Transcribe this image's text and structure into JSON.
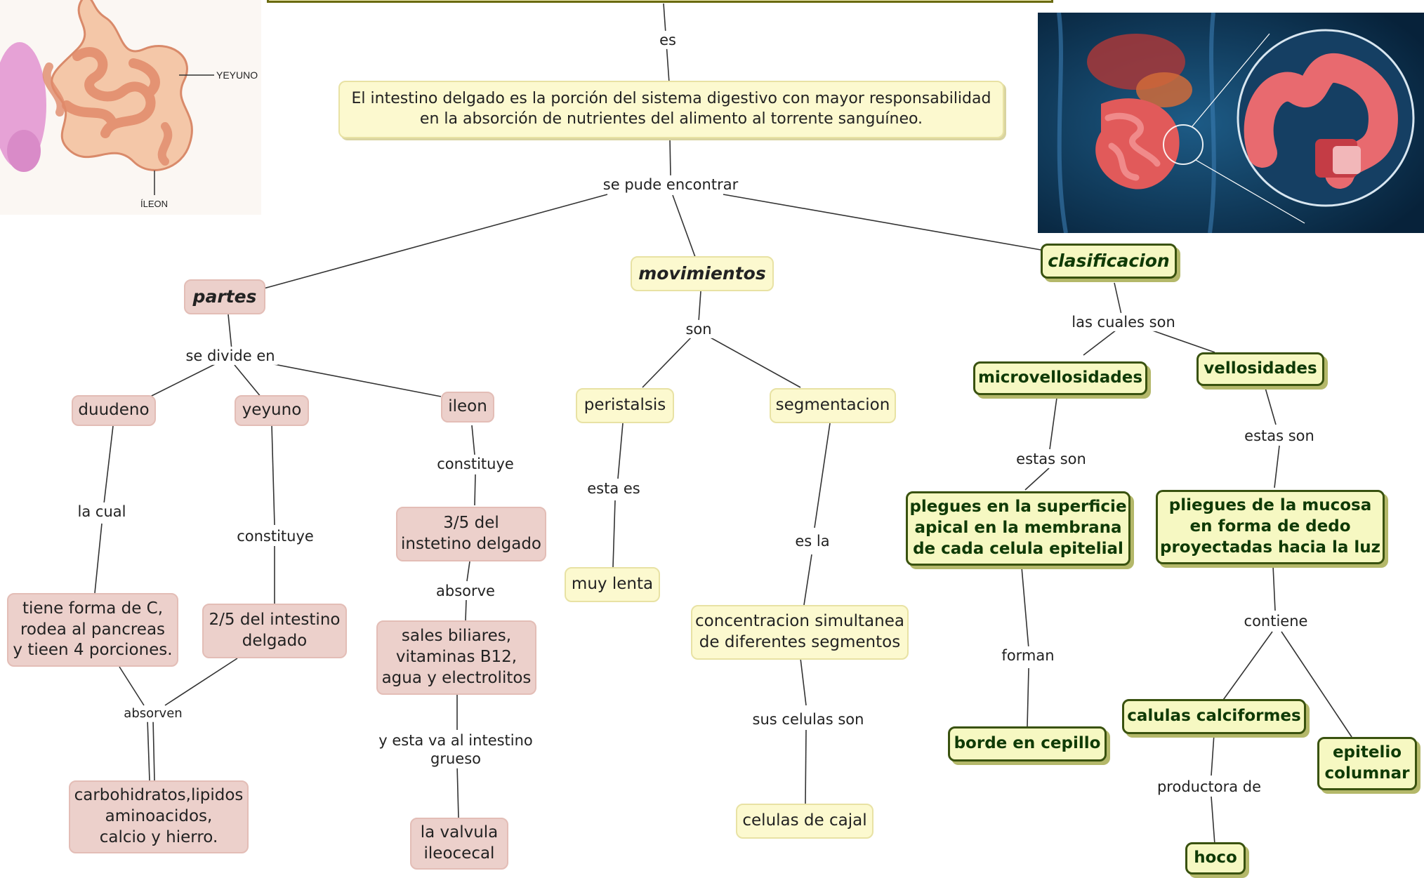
{
  "images": {
    "intestine_illustration": {
      "label_yeyuno": "YEYUNO",
      "label_ileon": "ÍLEON"
    },
    "anatomy_photo": {}
  },
  "center": {
    "text": "El intestino delgado es la porción del sistema digestivo con mayor responsabilidad\nen la absorción de nutrientes del alimento al torrente sanguíneo."
  },
  "links": {
    "es": "es",
    "se_pude_encontrar": "se pude encontrar",
    "se_divide_en": "se divide en",
    "son": "son",
    "las_cuales_son": "las cuales son",
    "la_cual": "la cual",
    "constituye_yeyuno": "constituye",
    "constituye_ileon": "constituye",
    "absorven": "absorven",
    "absorve": "absorve",
    "y_esta_va": "y esta va al intestino\ngrueso",
    "esta_es": "esta es",
    "es_la": "es la",
    "sus_celulas_son": "sus celulas son",
    "estas_son_micro": "estas son",
    "estas_son_vello": "estas son",
    "forman": "forman",
    "contiene": "contiene",
    "productora_de": "productora de"
  },
  "nodes": {
    "partes": "partes",
    "movimientos": "movimientos",
    "clasificacion": "clasificacion",
    "duudeno": "duudeno",
    "yeyuno": "yeyuno",
    "ileon": "ileon",
    "duodeno_desc": "tiene forma de C,\nrodea al pancreas\ny tieen 4 porciones.",
    "yeyuno_desc": "2/5 del intestino\ndelgado",
    "ileon_desc": "3/5 del\ninstetino delgado",
    "absorbed_1": "carbohidratos,lipidos\naminoacidos,\ncalcio y hierro.",
    "absorbed_2": "sales biliares,\nvitaminas B12,\nagua y electrolitos",
    "valvula": "la valvula\nileocecal",
    "peristalsis": "peristalsis",
    "segmentacion": "segmentacion",
    "muy_lenta": "muy lenta",
    "concentracion": "concentracion simultanea\nde diferentes segmentos",
    "cajal": "celulas de cajal",
    "microvellosidades": "microvellosidades",
    "vellosidades": "vellosidades",
    "pliegues_superficie": "plegues en la superficie\napical en la membrana\nde cada celula epitelial",
    "pliegues_mucosa": "pliegues de la mucosa\nen forma de dedo\nproyectadas hacia la luz",
    "borde": "borde en cepillo",
    "calciformes": "calulas calciformes",
    "epitelio": "epitelio\ncolumnar",
    "hoco": "hoco"
  },
  "colors": {
    "pink": "#ecd0cb",
    "cream": "#fcf9cf",
    "green_fill": "#f6f8c2",
    "green_border": "#39520f",
    "line": "#333333"
  }
}
